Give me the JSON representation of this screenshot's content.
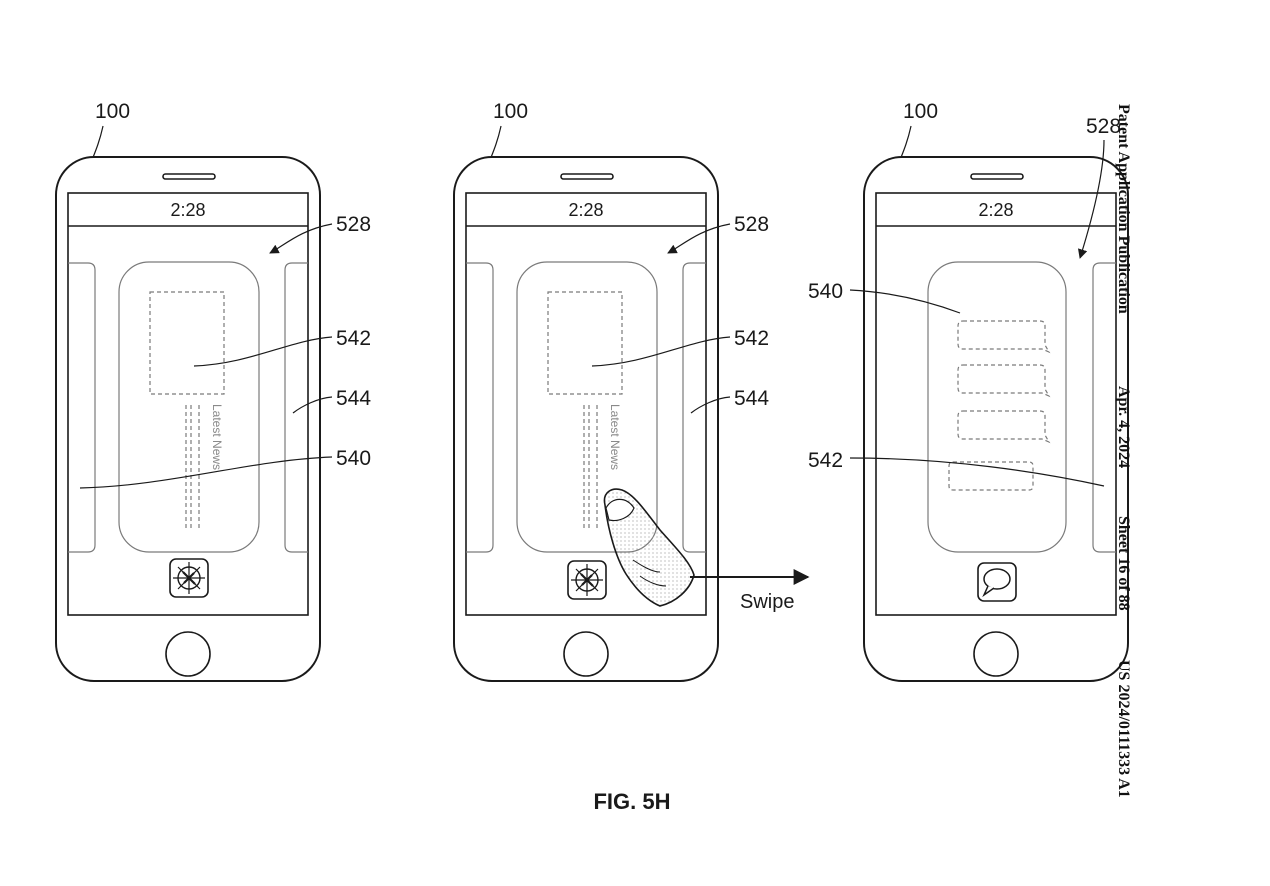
{
  "header": {
    "publication": "Patent Application Publication",
    "date": "Apr. 4, 2024",
    "sheet": "Sheet 16 of 88",
    "number": "US 2024/0111333 A1"
  },
  "figure_label": "FIG. 5H",
  "gesture_label": "Swipe",
  "phones": [
    {
      "device_ref": "100",
      "clock": "2:28",
      "refs": {
        "stack": "528",
        "card": "542",
        "right_card": "544",
        "left_card": "540"
      },
      "card_text": "Latest News",
      "icon": "safari-compass-icon"
    },
    {
      "device_ref": "100",
      "clock": "2:28",
      "refs": {
        "stack": "528",
        "card": "542",
        "right_card": "544"
      },
      "card_text": "Latest News",
      "icon": "safari-compass-icon"
    },
    {
      "device_ref": "100",
      "clock": "2:28",
      "refs": {
        "stack": "528",
        "card": "540",
        "bottom": "542"
      },
      "icon": "messages-bubble-icon"
    }
  ]
}
